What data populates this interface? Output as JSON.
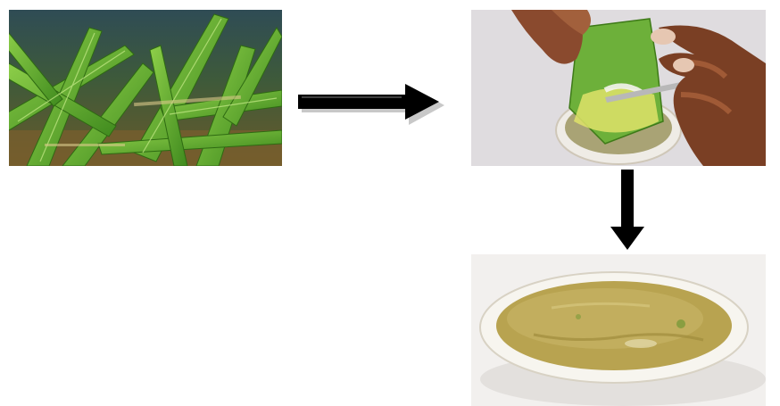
{
  "figure": {
    "steps": [
      {
        "id": "aloe-plant",
        "icon": "aloe-vera-leaves-photo"
      },
      {
        "id": "peeling",
        "icon": "hands-peeling-leaf-photo"
      },
      {
        "id": "gel",
        "icon": "gel-in-bowl-photo"
      }
    ],
    "arrows": [
      {
        "from": "aloe-plant",
        "to": "peeling",
        "icon": "arrow-right-icon"
      },
      {
        "from": "peeling",
        "to": "gel",
        "icon": "arrow-down-icon"
      }
    ],
    "colors": {
      "background": "#ffffff",
      "arrow": "#000000",
      "leaf": "#5fa72a",
      "gel": "#b9a451"
    }
  }
}
